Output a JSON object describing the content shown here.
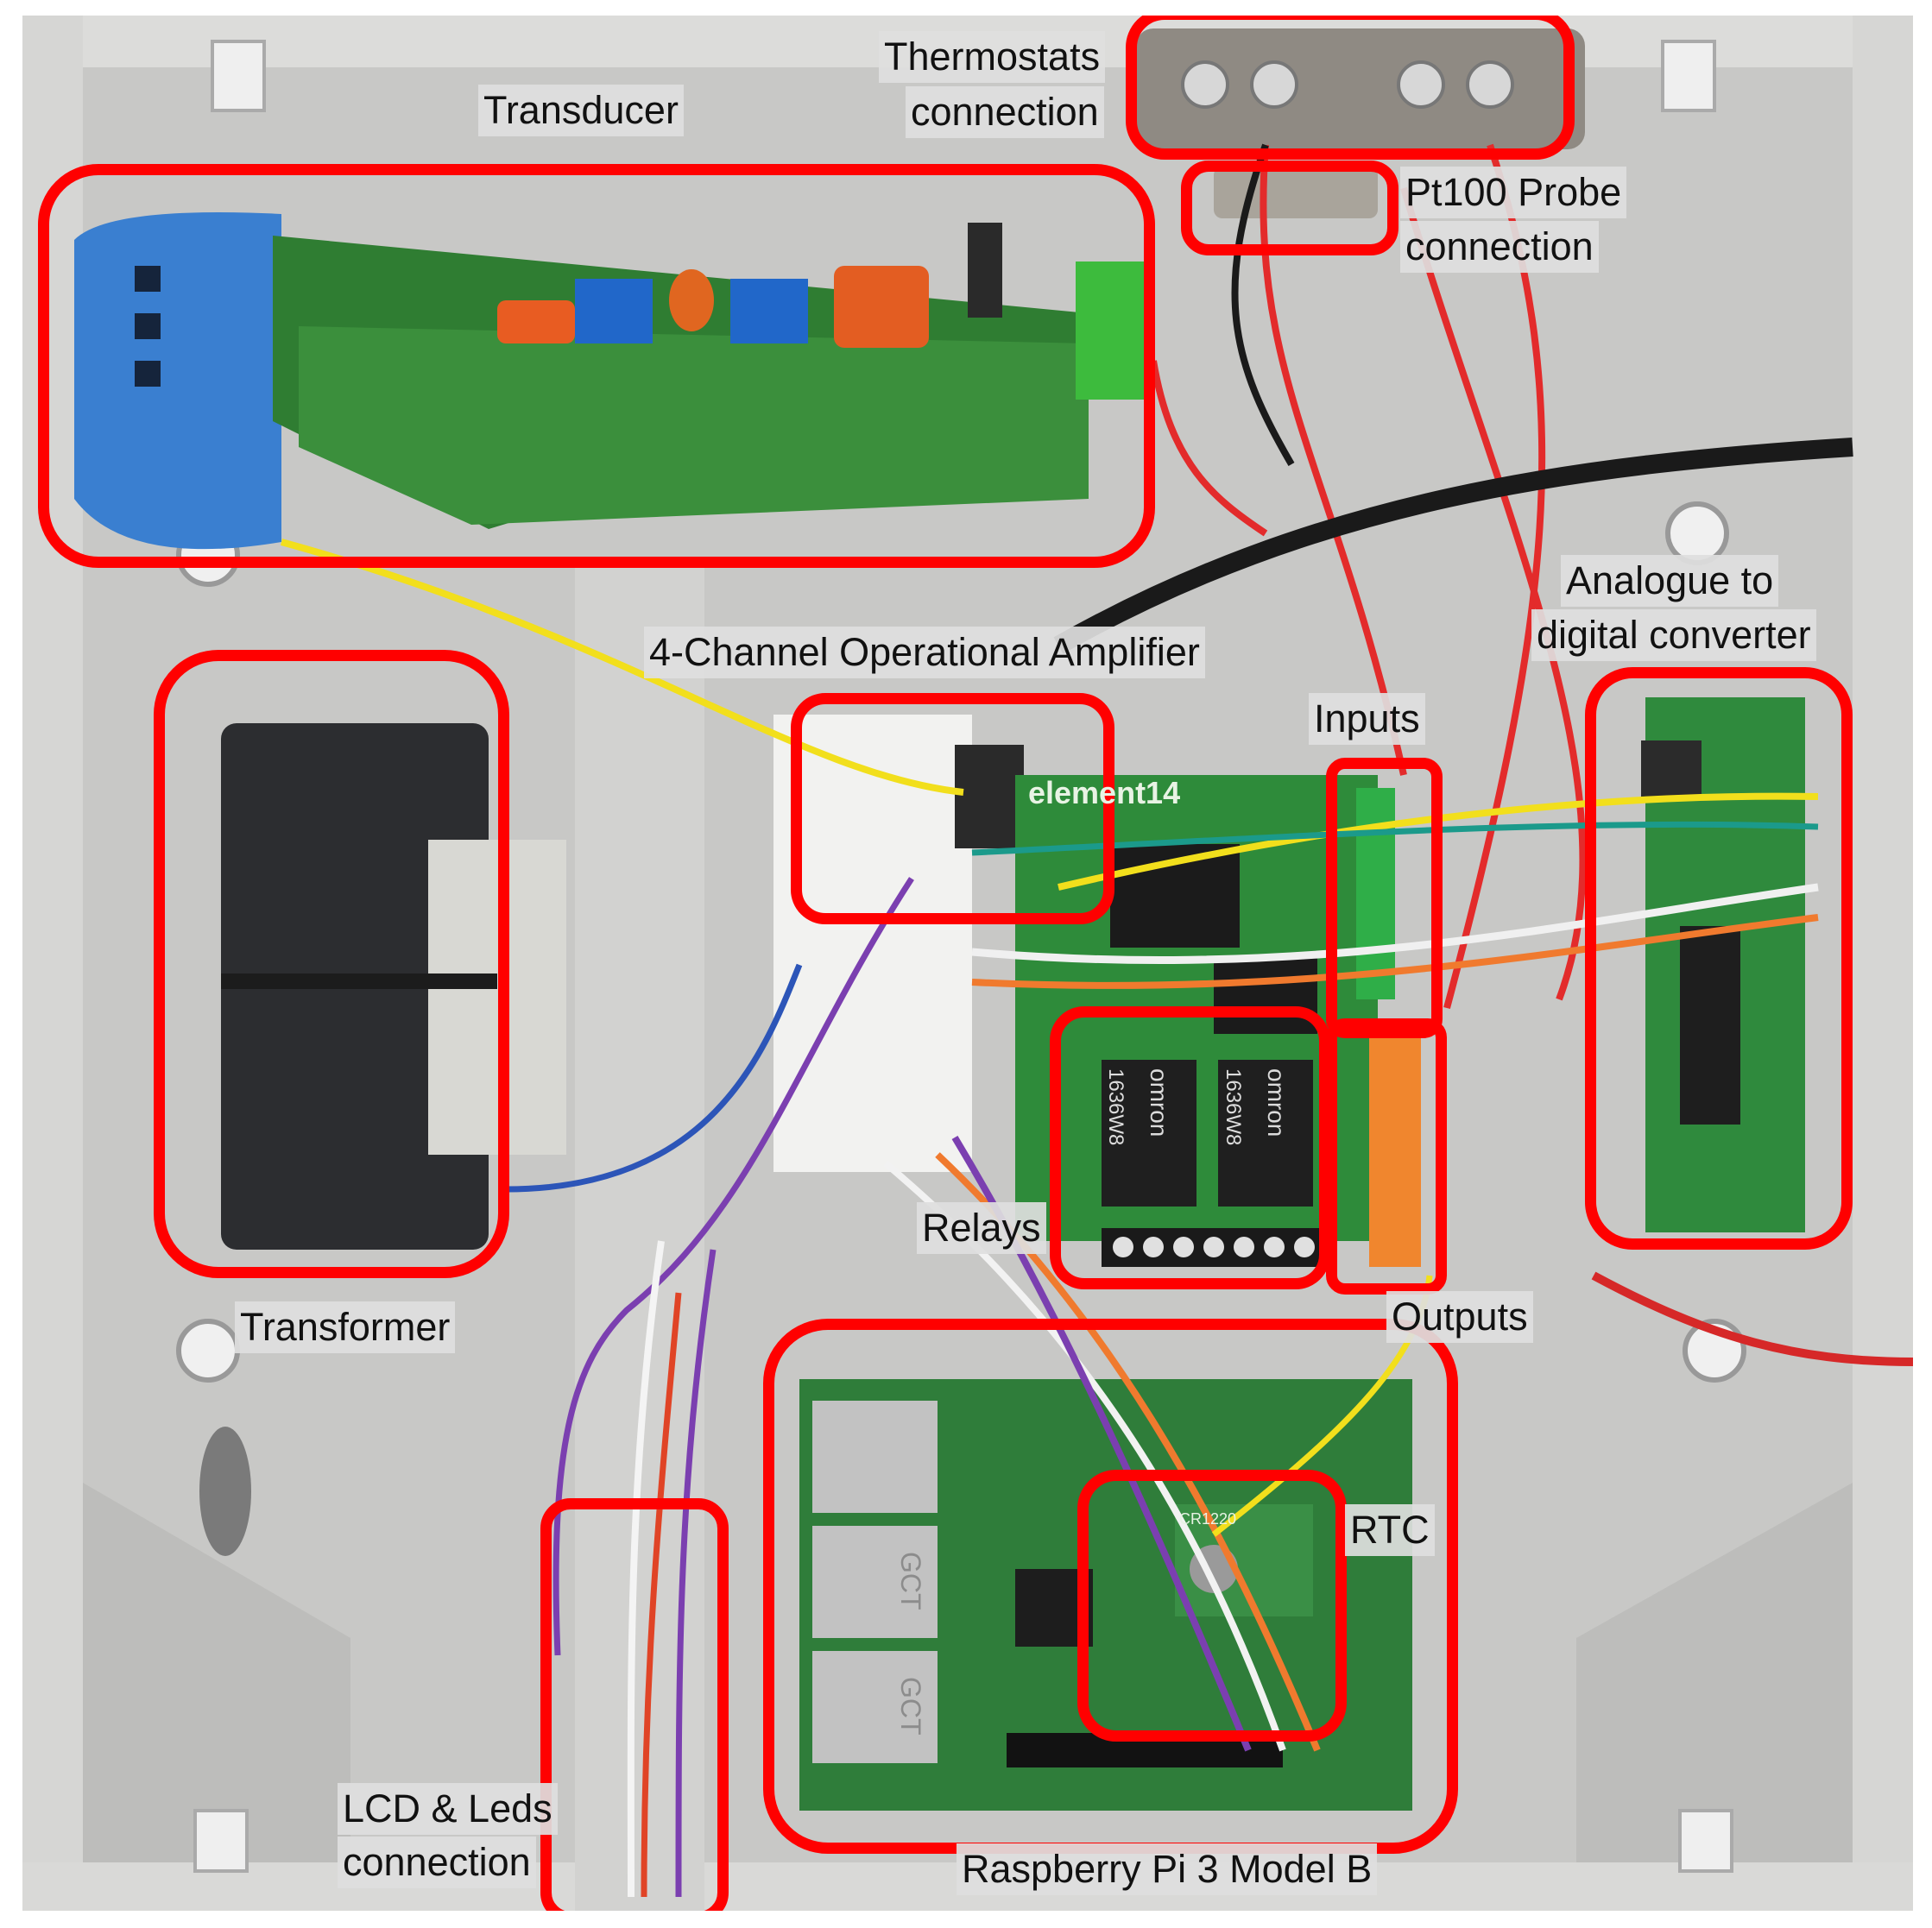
{
  "accent_color": "#ff0000",
  "labels": {
    "transducer": "Transducer",
    "thermostats_1": "Thermostats",
    "thermostats_2": "connection",
    "pt100_1": "Pt100 Probe",
    "pt100_2": "connection",
    "adc_1": "Analogue to",
    "adc_2": "digital converter",
    "opamp": "4-Channel Operational Amplifier",
    "inputs": "Inputs",
    "transformer": "Transformer",
    "relays": "Relays",
    "outputs": "Outputs",
    "rtc": "RTC",
    "lcd_1": "LCD & Leds",
    "lcd_2": "connection",
    "rpi": "Raspberry Pi 3 Model B"
  },
  "board_text": {
    "element14": "element14",
    "relay_brand": "omron",
    "relay_code": "1636W8",
    "usb_brand": "GCT",
    "battery": "CR1220"
  }
}
